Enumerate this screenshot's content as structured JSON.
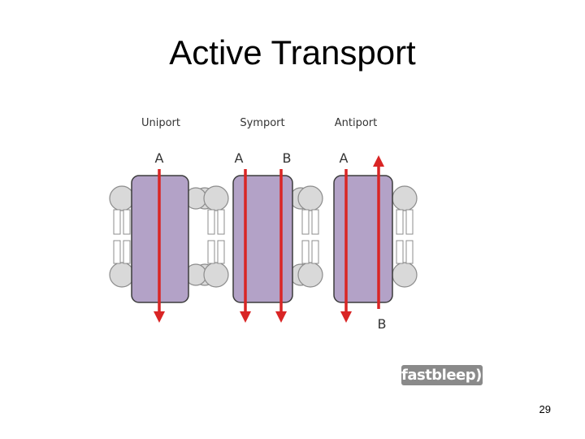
{
  "slide": {
    "title": "Active Transport",
    "page_number": "29"
  },
  "diagram": {
    "transporters": [
      {
        "type_label": "Uniport",
        "top_labels": [
          "A"
        ],
        "bottom_labels": []
      },
      {
        "type_label": "Symport",
        "top_labels": [
          "A",
          "B"
        ],
        "bottom_labels": []
      },
      {
        "type_label": "Antiport",
        "top_labels": [
          "A"
        ],
        "bottom_labels": [
          "B"
        ]
      }
    ]
  },
  "logo": {
    "text": "fastbleep))"
  },
  "colors": {
    "protein_fill": "#b3a2c7",
    "protein_stroke": "#3c3c3c",
    "arrow": "#d92525",
    "lipid_head_fill": "#d9d9d9",
    "lipid_stroke": "#8c8c8c"
  }
}
